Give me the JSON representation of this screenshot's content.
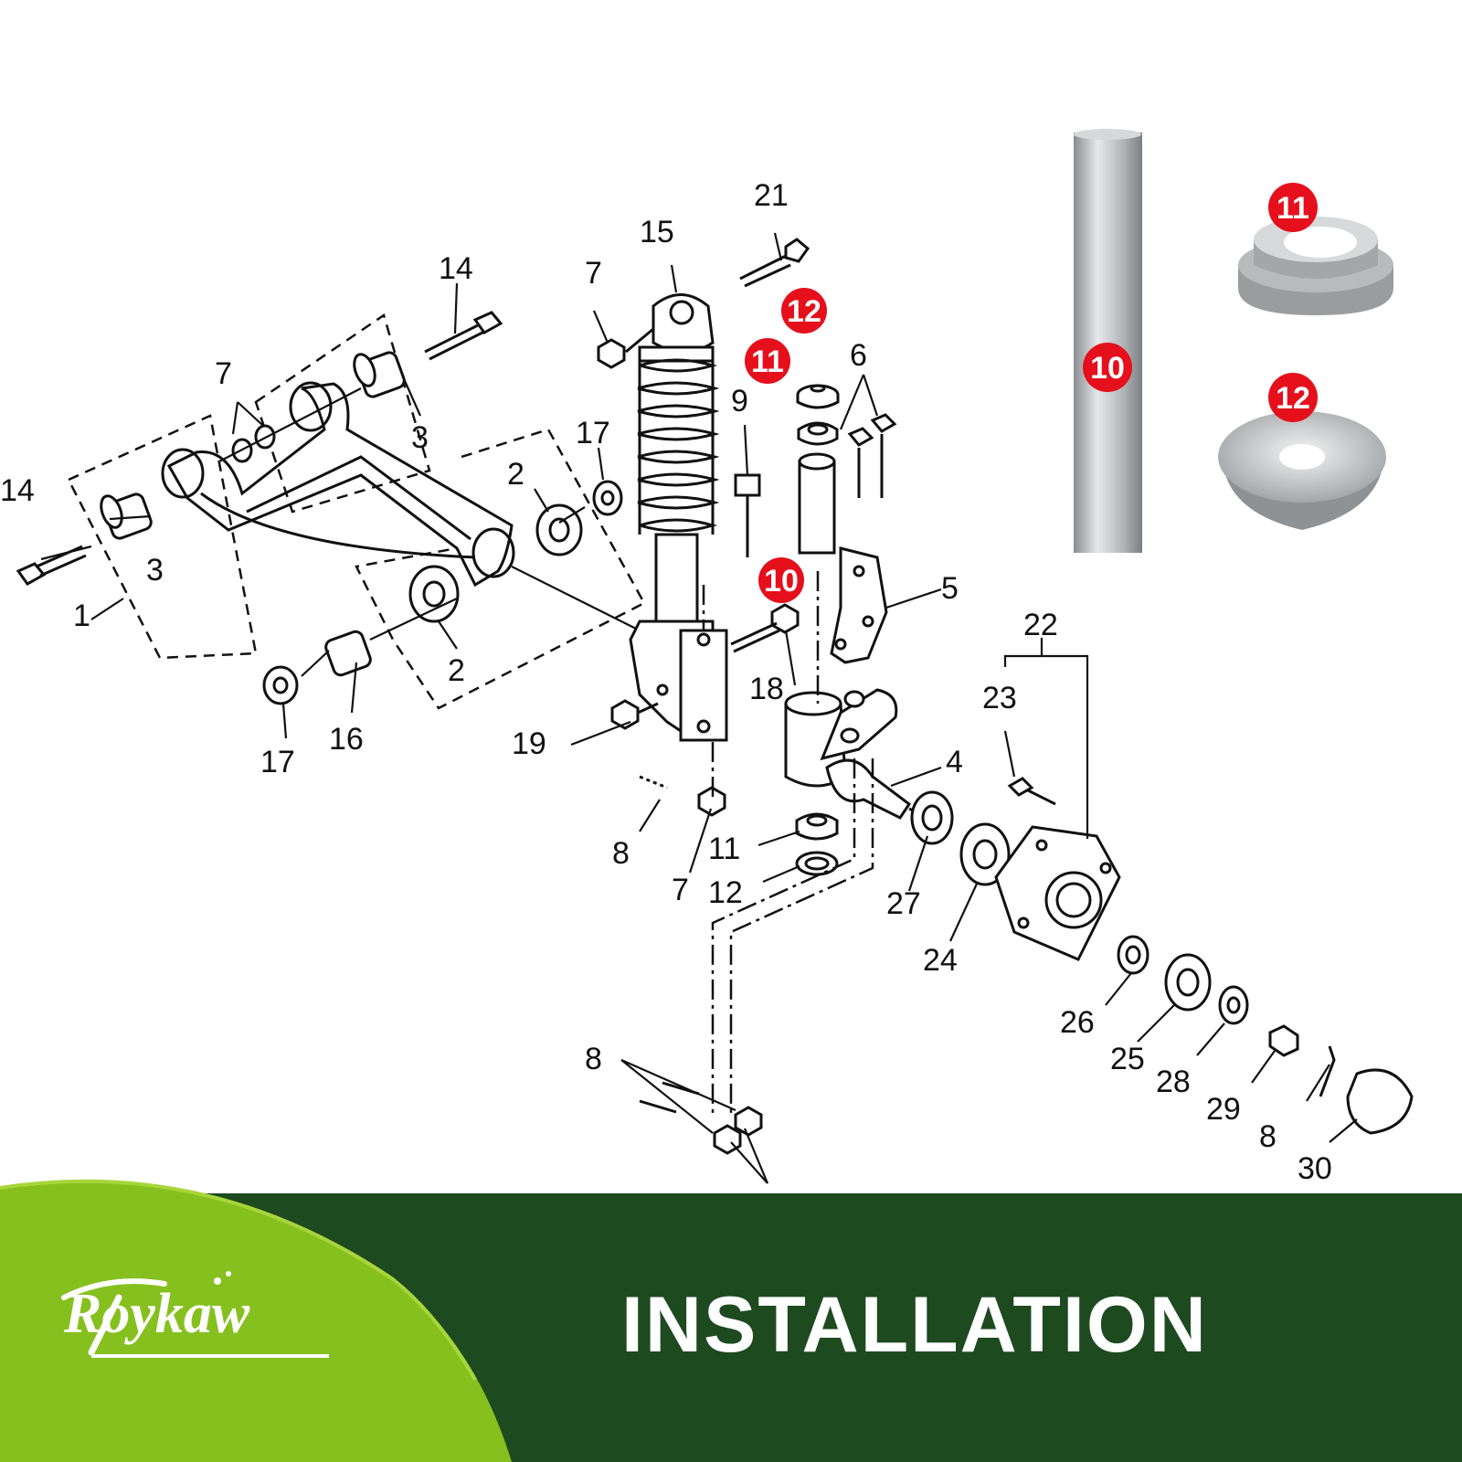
{
  "brand": {
    "name": "Roykaw"
  },
  "banner": {
    "title": "INSTALLATION"
  },
  "colors": {
    "footer_dark": "#1d4a1f",
    "footer_light": "#86c01f",
    "badge": "#e5101c"
  },
  "callouts": [
    "10",
    "11",
    "12"
  ],
  "labels": {
    "n1": "1",
    "n2a": "2",
    "n2b": "2",
    "n3a": "3",
    "n3b": "3",
    "n4": "4",
    "n5": "5",
    "n6": "6",
    "n7a": "7",
    "n7b": "7",
    "n7c": "7",
    "n8a": "8",
    "n8b": "8",
    "n8c": "8",
    "n9": "9",
    "n11": "11",
    "n12": "12",
    "n14a": "14",
    "n14b": "14",
    "n15": "15",
    "n16": "16",
    "n17a": "17",
    "n17b": "17",
    "n18": "18",
    "n19": "19",
    "n21": "21",
    "n22": "22",
    "n23": "23",
    "n24": "24",
    "n25": "25",
    "n26": "26",
    "n27": "27",
    "n28": "28",
    "n29": "29",
    "n30": "30"
  }
}
